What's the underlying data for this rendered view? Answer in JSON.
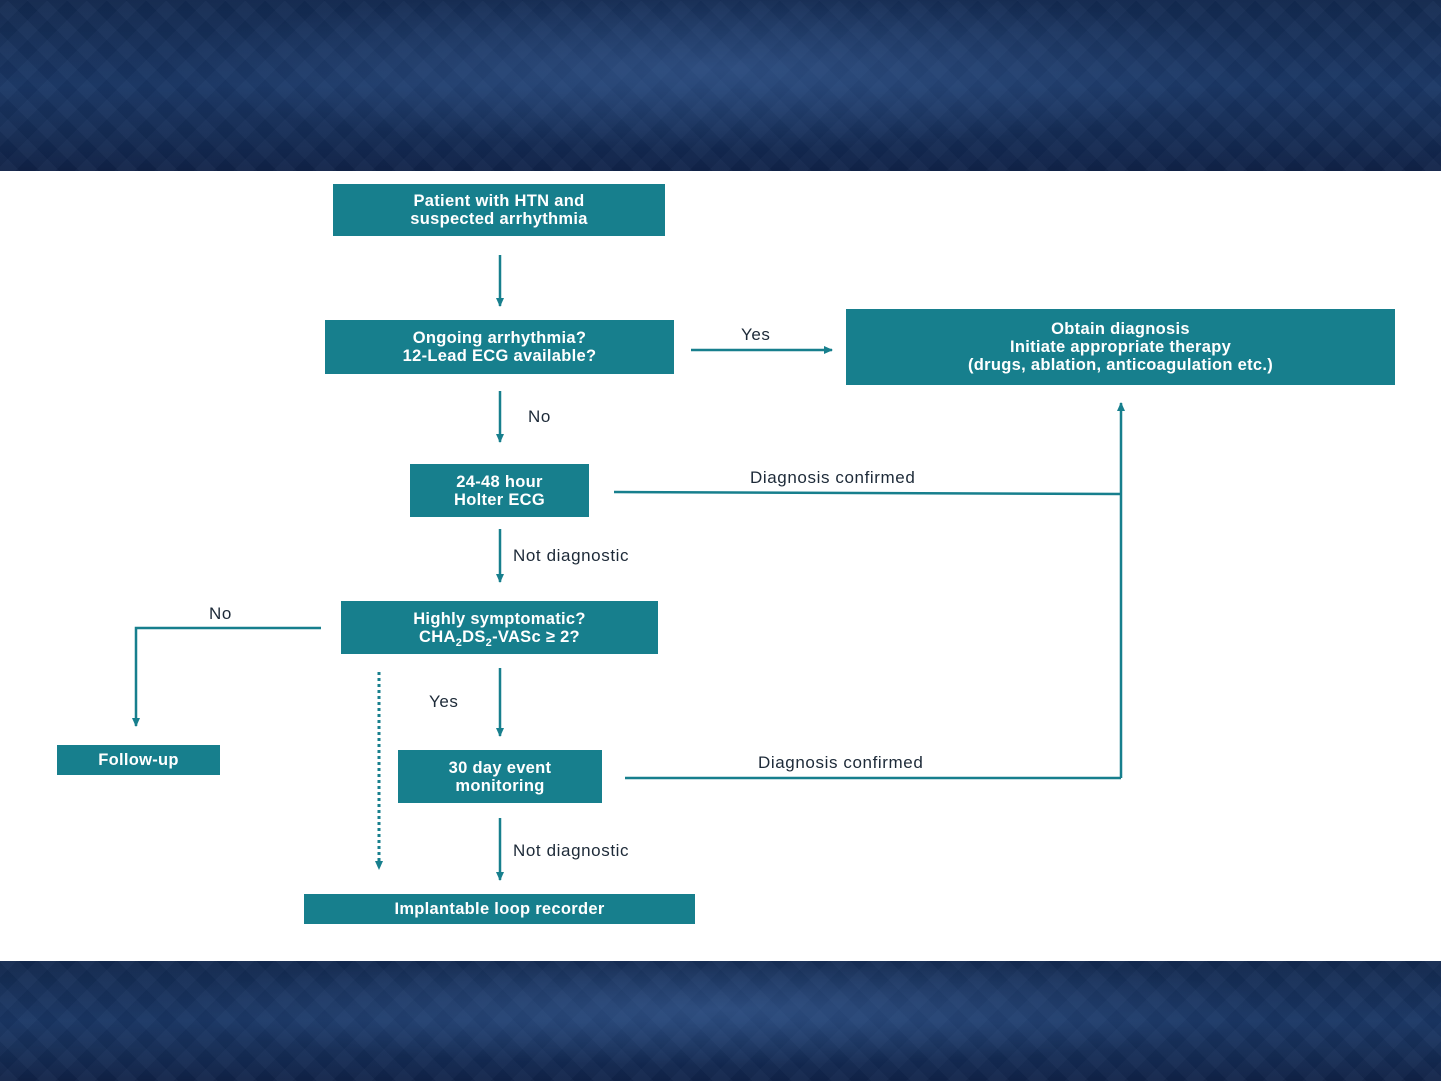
{
  "colors": {
    "box_fill": "#177f8d",
    "arrow": "#177f8d",
    "text_on_box": "#ffffff",
    "label_text": "#1d2a38"
  },
  "nodes": {
    "start": {
      "line1": "Patient with HTN and",
      "line2": "suspected arrhythmia"
    },
    "ongoing": {
      "line1": "Ongoing arrhythmia?",
      "line2": "12-Lead ECG available?"
    },
    "obtain": {
      "line1": "Obtain diagnosis",
      "line2": "Initiate appropriate therapy",
      "line3": "(drugs, ablation, anticoagulation etc.)"
    },
    "holter": {
      "line1": "24-48 hour",
      "line2": "Holter ECG"
    },
    "symptomatic": {
      "line1": "Highly symptomatic?",
      "line2_pre": "CHA",
      "line2_sub1": "2",
      "line2_mid": "DS",
      "line2_sub2": "2",
      "line2_post": "-VASc ≥ 2?"
    },
    "followup": {
      "line1": "Follow-up"
    },
    "event": {
      "line1": "30 day event",
      "line2": "monitoring"
    },
    "loop": {
      "line1": "Implantable loop recorder"
    }
  },
  "edges": {
    "ongoing_yes": "Yes",
    "ongoing_no": "No",
    "holter_confirmed": "Diagnosis confirmed",
    "holter_not": "Not diagnostic",
    "symptomatic_no": "No",
    "symptomatic_yes": "Yes",
    "event_confirmed": "Diagnosis confirmed",
    "event_not": "Not diagnostic"
  }
}
